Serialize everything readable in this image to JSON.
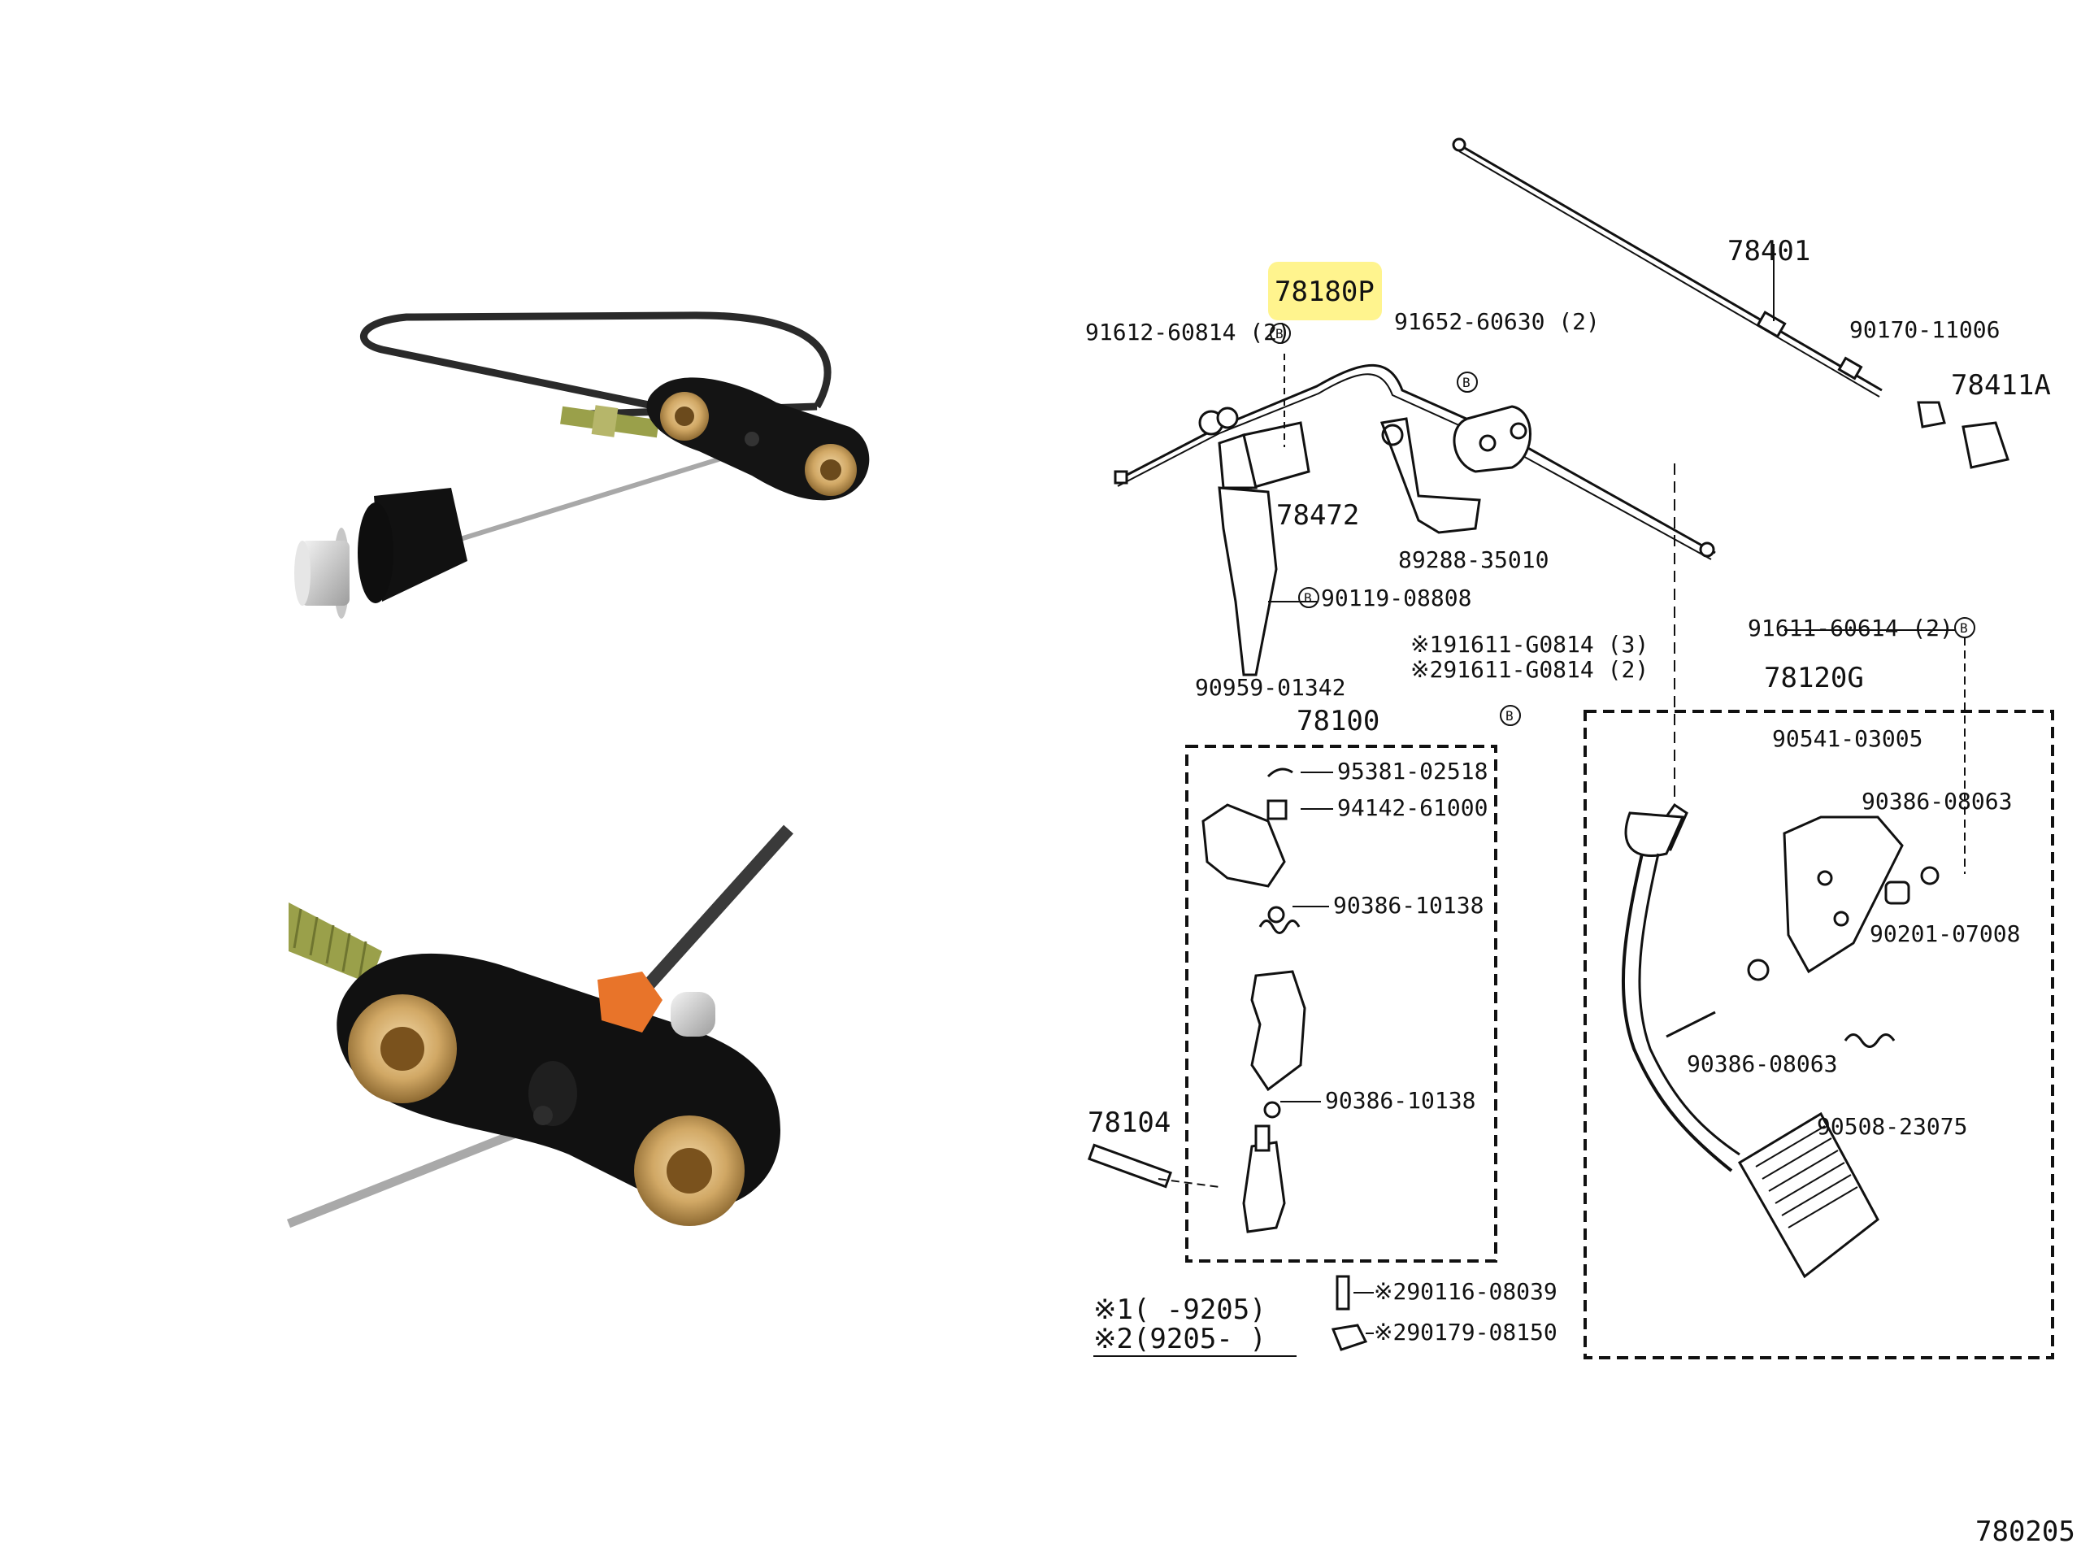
{
  "labels": {
    "p78180P": "78180P",
    "p91612": "91612-60814 (2)",
    "p91652": "91652-60630 (2)",
    "p78401": "78401",
    "p90170": "90170-11006",
    "p78411A": "78411A",
    "p78472": "78472",
    "p89288": "89288-35010",
    "p90119": "90119-08808",
    "p90959": "90959-01342",
    "p91611a": "※191611-G0814 (3)",
    "p91611b": "※291611-G0814 (2)",
    "p91611c": "91611-60614 (2)",
    "p78100": "78100",
    "p78120G": "78120G",
    "p95381": "95381-02518",
    "p94142": "94142-61000",
    "p90386a": "90386-10138",
    "p90386b": "90386-10138",
    "p90541": "90541-03005",
    "p90386c": "90386-08063",
    "p90201": "90201-07008",
    "p90386d": "90386-08063",
    "p90508": "90508-23075",
    "p78104": "78104",
    "p90116": "※290116-08039",
    "p90179": "※290179-08150",
    "note1": "※1(     -9205)",
    "note2": "※2(9205-     )",
    "footer": "780205"
  },
  "colors": {
    "highlight": "#fff27a",
    "bracket_black": "#1a1a1a",
    "bushing_brass": "#c9a86a",
    "cable_grey": "#9a9a9a",
    "threaded_rod": "#9aa04a",
    "clip_orange": "#e8742a"
  },
  "photos": {
    "top_caption": "",
    "bottom_caption": ""
  }
}
